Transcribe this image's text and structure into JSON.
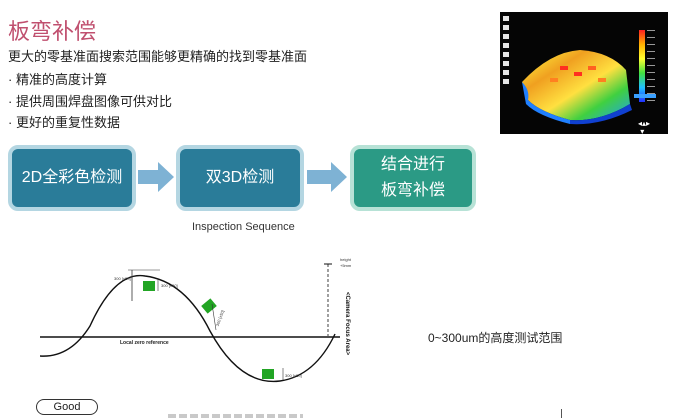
{
  "slide": {
    "title": "板弯补偿",
    "lines": [
      "更大的零基准面搜索范围能够更精确的找到零基准面",
      "· 精准的高度计算",
      "· 提供周围焊盘图像可供对比",
      "· 更好的重复性数据"
    ]
  },
  "flow": {
    "box1": "2D全彩色检测",
    "box2": "双3D检测",
    "box3_line1": "结合进行",
    "box3_line2": "板弯补偿",
    "caption": "Inspection Sequence"
  },
  "diagram": {
    "zero_ref": "Local zero reference",
    "focus_area": "<Camera Focus Area>",
    "height_label_1": "height",
    "height_label_2": "+5mm",
    "dim_1": "300 [±50]",
    "dim_2": "300 [±50]",
    "dim_3": "300 [±50]",
    "dim_4": "300 [±50]"
  },
  "range_text": "0~300um的高度测试范围",
  "good_label": "Good",
  "colors": {
    "title": "#c0506f",
    "box_blue": "#2a7c99",
    "box_green": "#2b9a85",
    "arrow": "#7eb2d4",
    "pad": "#22a524"
  }
}
